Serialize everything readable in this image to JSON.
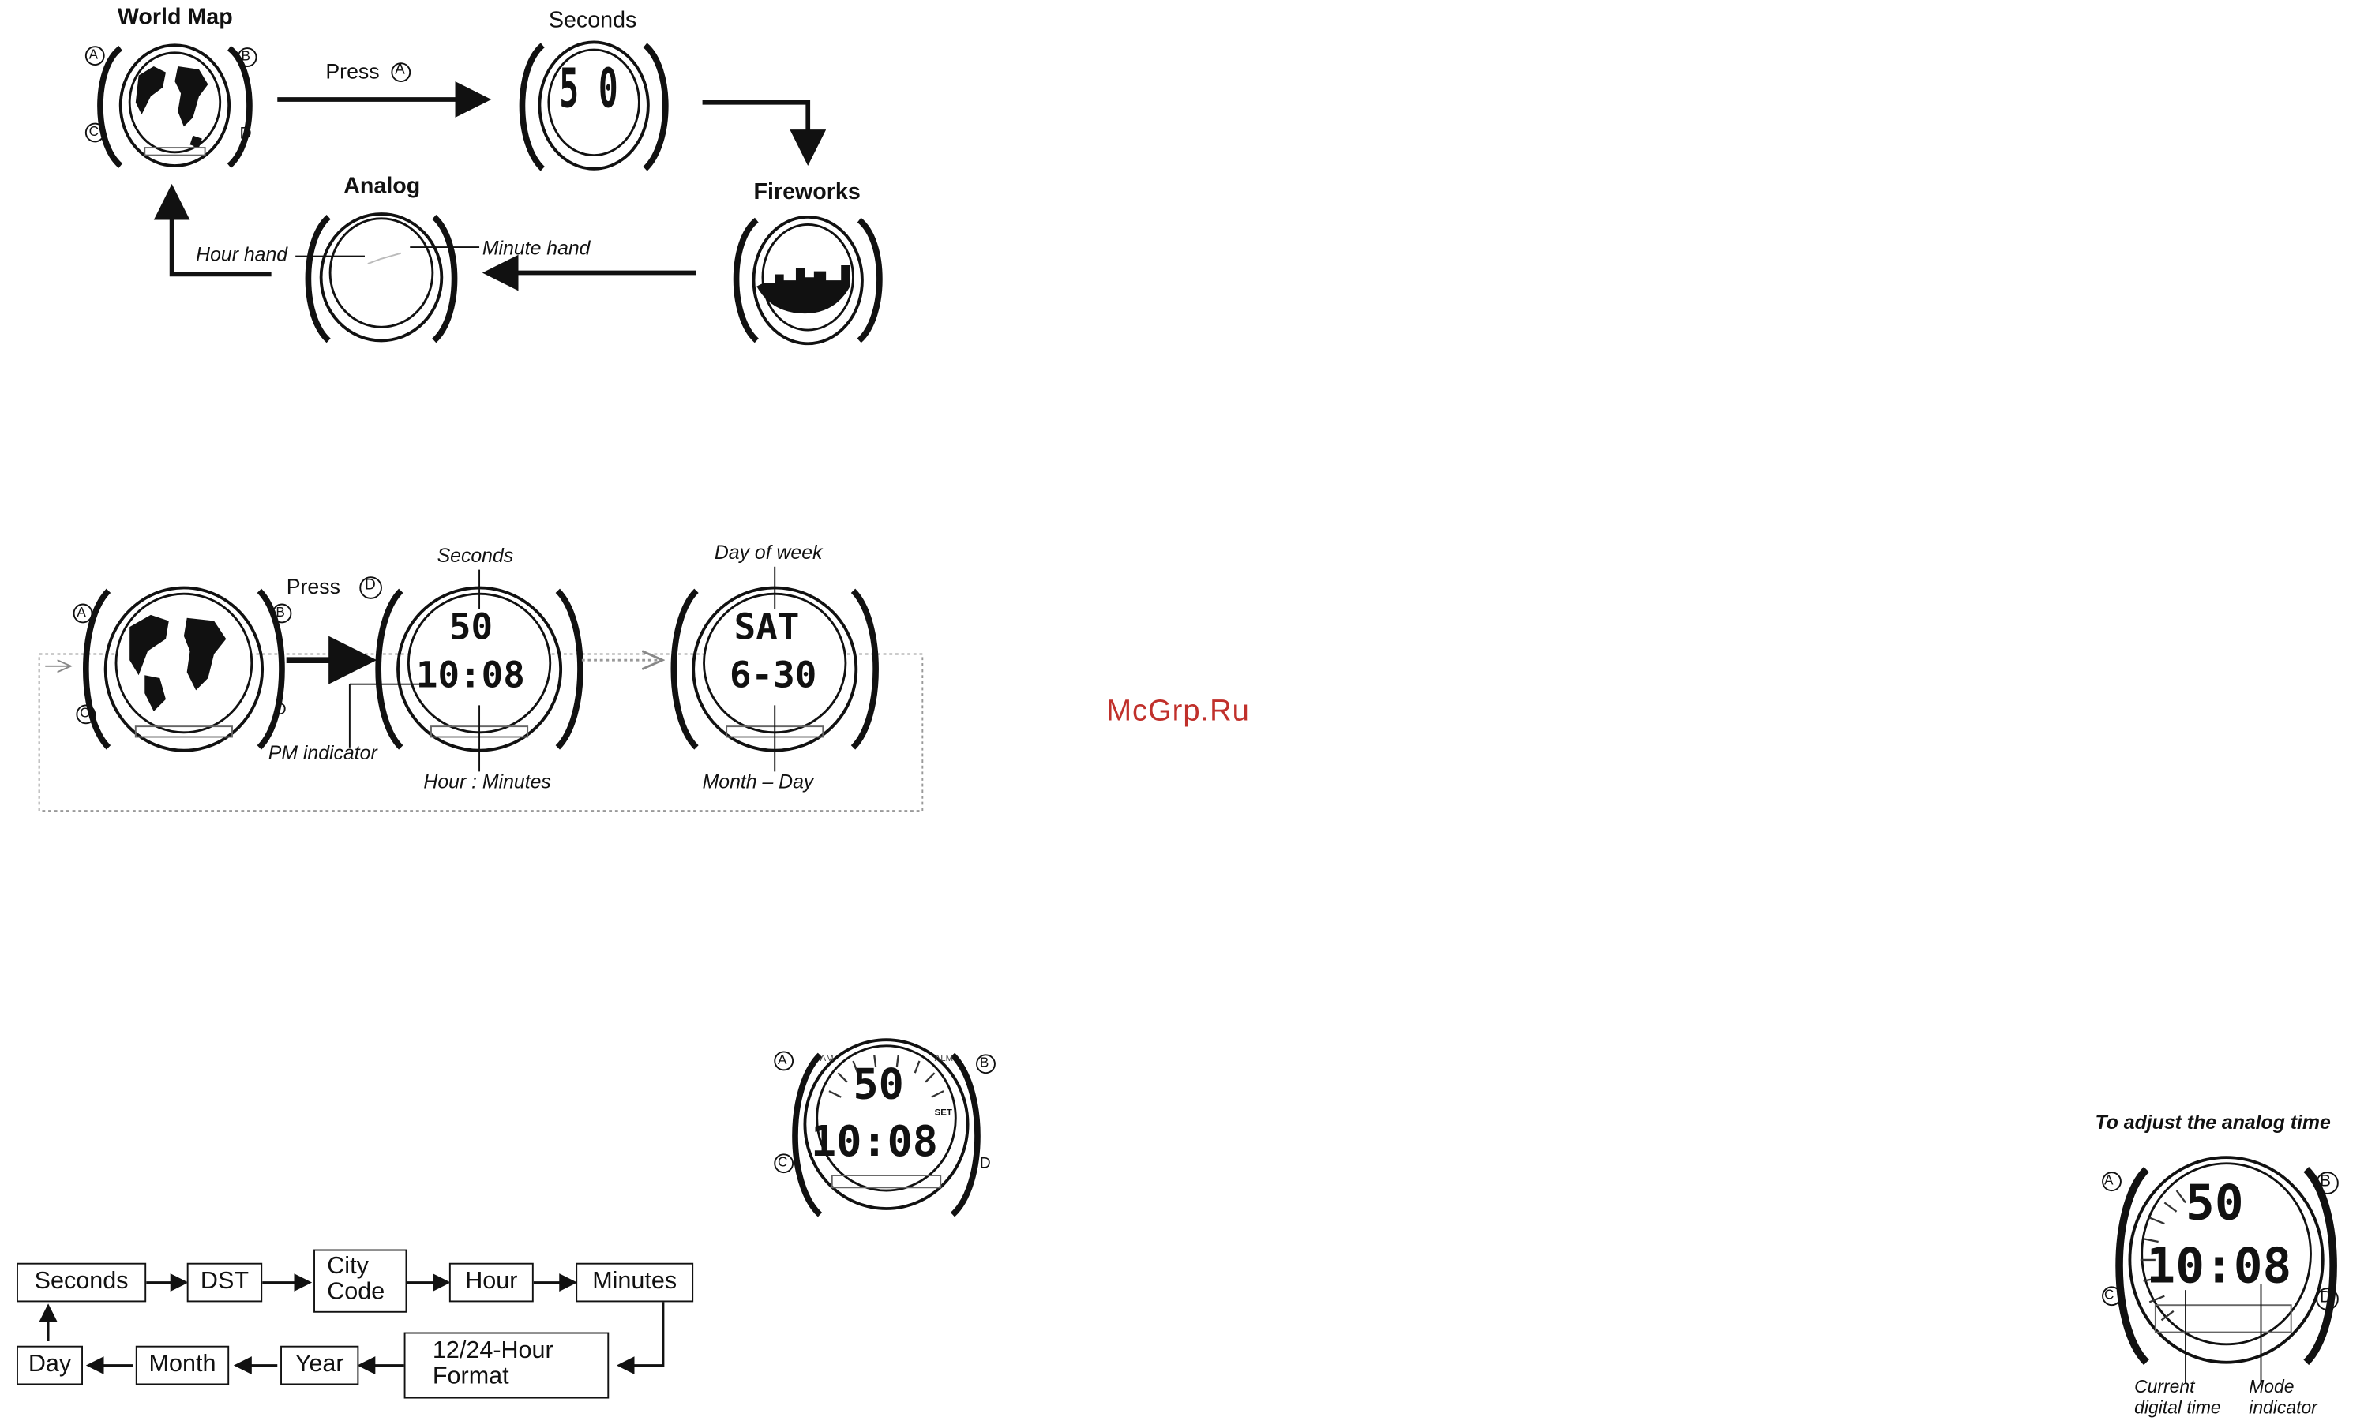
{
  "watermark": "McGrp.Ru",
  "diagram1": {
    "world_map": "World Map",
    "press_a": "Press",
    "button_a": "A",
    "seconds": "Seconds",
    "seconds_display": "5 0",
    "fireworks": "Fireworks",
    "analog": "Analog",
    "hour_hand": "Hour hand",
    "minute_hand": "Minute hand",
    "btn_a": "A",
    "btn_b": "B",
    "btn_c": "C",
    "btn_d": "D"
  },
  "diagram2": {
    "press_d": "Press",
    "button_d": "D",
    "seconds": "Seconds",
    "day_of_week": "Day of week",
    "pm_indicator": "PM indicator",
    "hour_minutes": "Hour : Minutes",
    "month_day": "Month – Day",
    "time_seconds": "50",
    "time_hm": "10:08",
    "day": "SAT",
    "date": "6-30",
    "btn_a": "A",
    "btn_b": "B",
    "btn_c": "C",
    "btn_d": "D"
  },
  "diagram3": {
    "top_digits": "50",
    "bottom_digits": "10:08",
    "set_label": "SET",
    "am": "AM",
    "alm": "ALM",
    "btn_a": "A",
    "btn_b": "B",
    "btn_c": "C",
    "btn_d": "D"
  },
  "flow": {
    "seconds": "Seconds",
    "dst": "DST",
    "city_code_1": "City",
    "city_code_2": "Code",
    "hour": "Hour",
    "minutes": "Minutes",
    "format_1": "12/24-Hour",
    "format_2": "Format",
    "year": "Year",
    "month": "Month",
    "day": "Day"
  },
  "analog_adjust": {
    "title": "To adjust the analog time",
    "top_digits": "50",
    "bottom_digits": "10:08",
    "current_1": "Current",
    "current_2": "digital time",
    "mode_1": "Mode",
    "mode_2": "indicator",
    "btn_a": "A",
    "btn_b": "B",
    "btn_c": "C",
    "btn_d": "D"
  }
}
